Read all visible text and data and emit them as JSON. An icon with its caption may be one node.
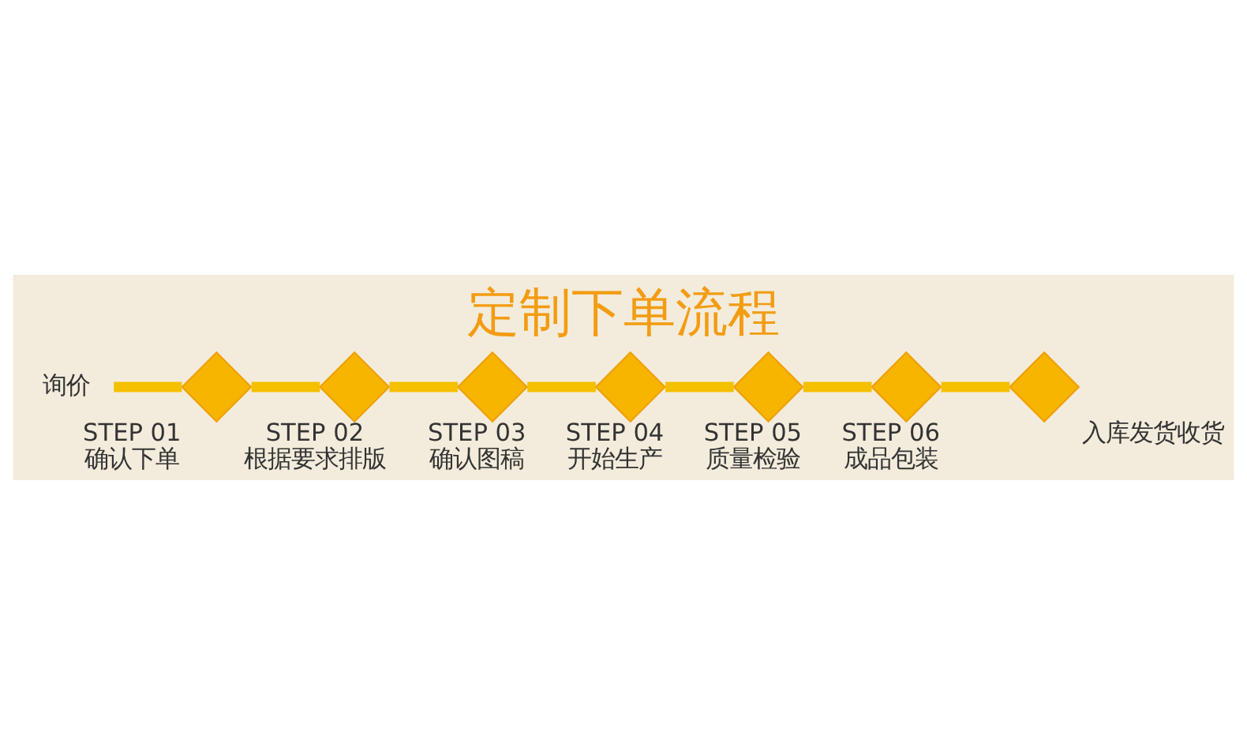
{
  "diagram": {
    "title": "定制下单流程",
    "nodes": [
      {
        "text": [
          "询价"
        ]
      },
      {
        "text": [],
        "shape": "diamond",
        "beside": [
          "STEP 01",
          "确认下单"
        ]
      },
      {
        "text": [],
        "shape": "diamond",
        "beside": [
          "STEP 02",
          "根据要求排版"
        ]
      },
      {
        "text": [],
        "shape": "diamond",
        "beside": [
          "STEP 03",
          "确认图稿"
        ]
      },
      {
        "text": [],
        "shape": "diamond",
        "beside": [
          "STEP 04",
          "开始生产"
        ]
      },
      {
        "text": [],
        "shape": "diamond",
        "beside": [
          "STEP 05",
          "质量检验"
        ]
      },
      {
        "text": [],
        "shape": "diamond",
        "beside": [
          "STEP 06",
          "成品包装"
        ]
      },
      {
        "text": [],
        "shape": "diamond",
        "beside": [
          "入库发货收货"
        ]
      }
    ],
    "edges": [
      {
        "from": 0,
        "to": 1,
        "arrow": "none"
      },
      {
        "from": 1,
        "to": 2,
        "arrow": "none"
      },
      {
        "from": 2,
        "to": 3,
        "arrow": "none"
      },
      {
        "from": 3,
        "to": 4,
        "arrow": "none"
      },
      {
        "from": 4,
        "to": 5,
        "arrow": "none"
      },
      {
        "from": 5,
        "to": 6,
        "arrow": "none"
      },
      {
        "from": 6,
        "to": 7,
        "arrow": "none"
      }
    ]
  }
}
